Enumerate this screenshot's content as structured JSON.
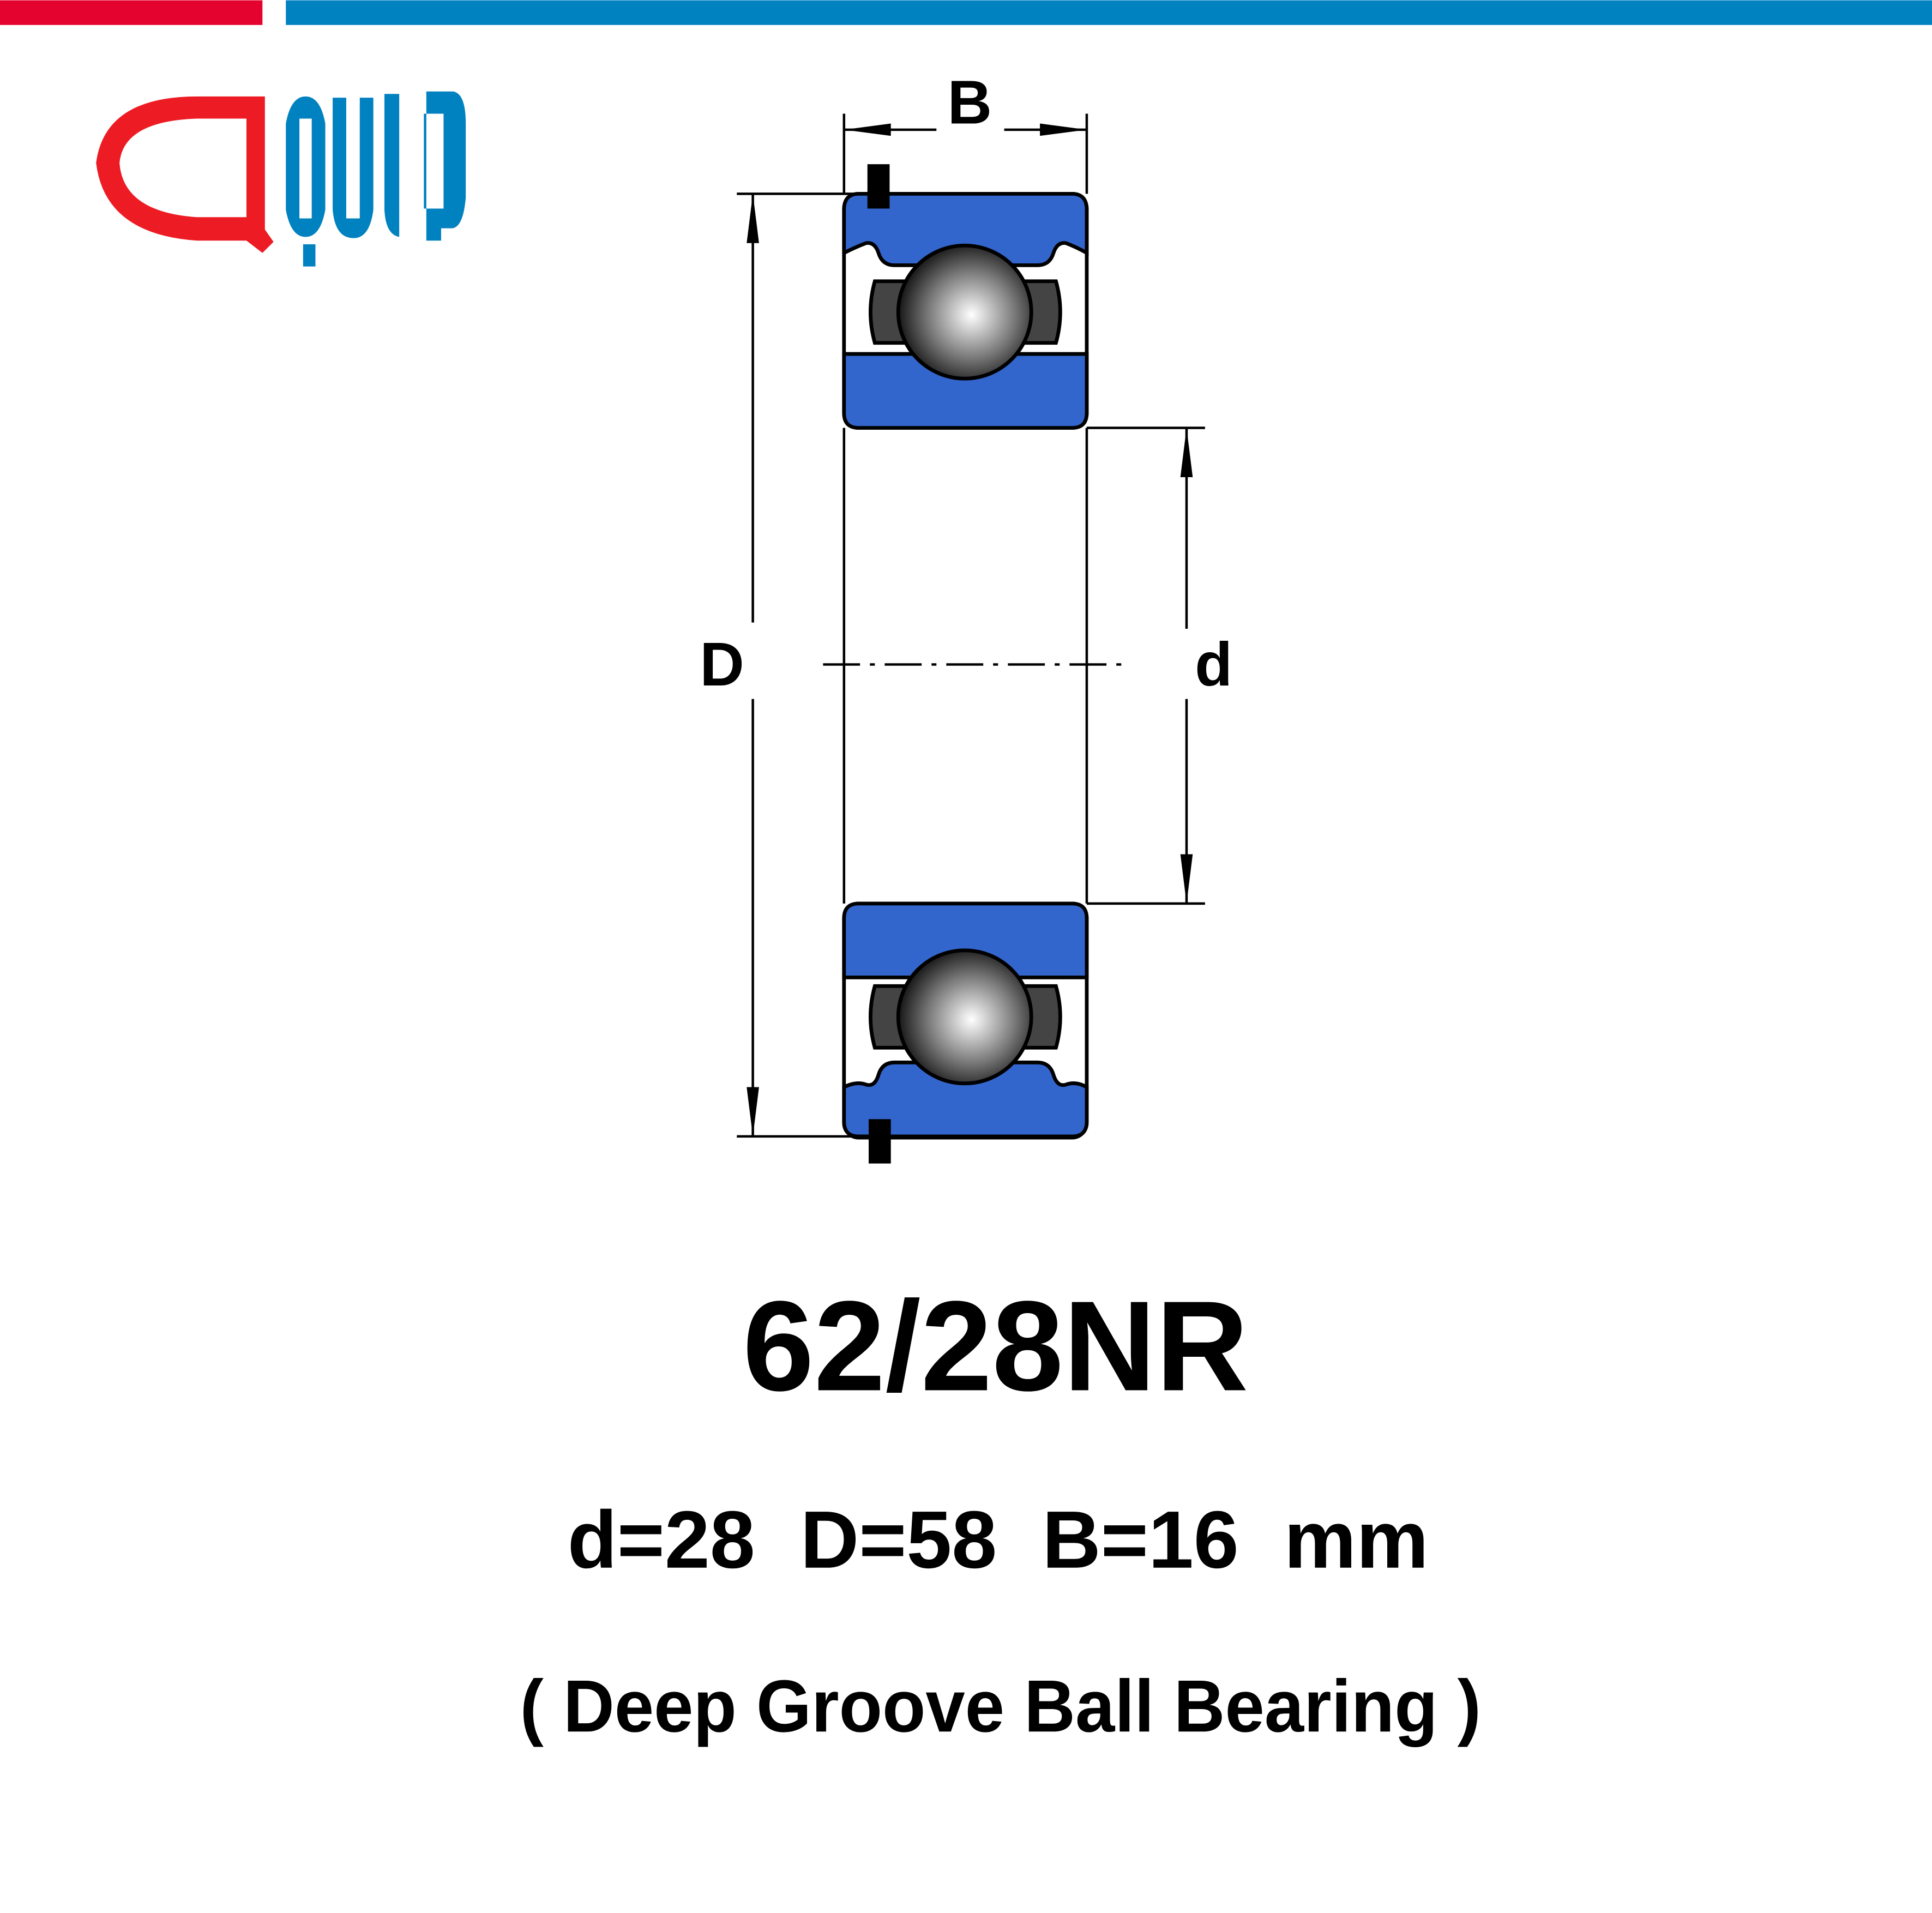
{
  "brand": {
    "logo_text": "QUIP",
    "red": "#e4032e",
    "blue": "#0081c0",
    "logo_red": "#ed1c24"
  },
  "diagram": {
    "label_B": "B",
    "label_D": "D",
    "label_d": "d",
    "ring_color": "#3366cc"
  },
  "product": {
    "model": "62/28NR",
    "dimensions": "d=28  D=58  B=16  mm",
    "type": "( Deep Groove Ball Bearing )"
  }
}
